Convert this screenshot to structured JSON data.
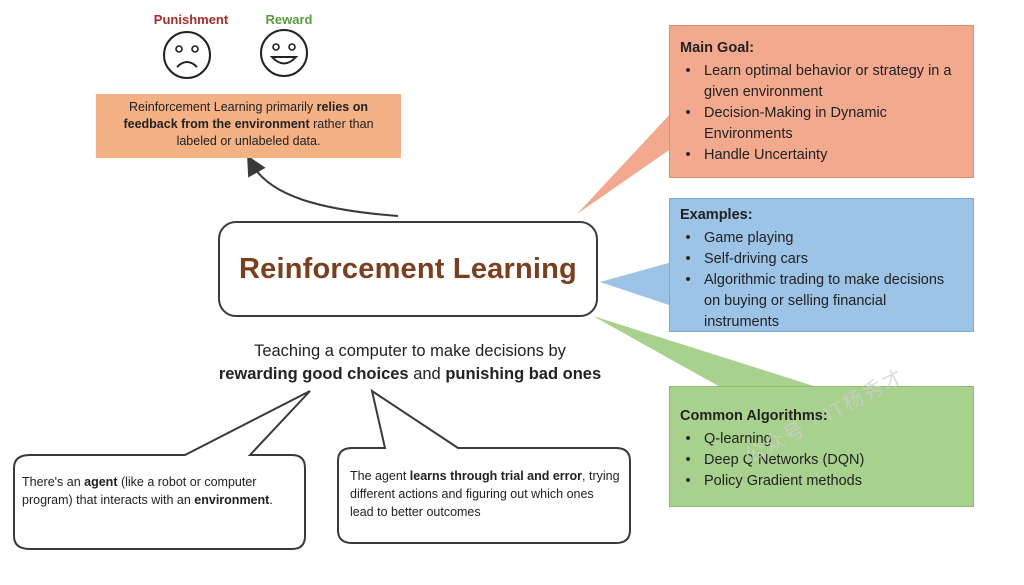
{
  "title": "Reinforcement Learning",
  "faces": {
    "punishment_label": "Punishment",
    "reward_label": "Reward",
    "punishment_color": "#b02a2a",
    "reward_color": "#5a9b3c"
  },
  "feedback": {
    "text_1": "Reinforcement Learning  primarily ",
    "bold_1": "relies on feedback from the environment",
    "text_2": " rather than labeled or unlabeled data."
  },
  "tagline": {
    "line_1": "Teaching a computer to make decisions by",
    "bold_1": "rewarding good choices",
    "text_and": " and ",
    "bold_2": "punishing bad ones"
  },
  "main_goal": {
    "heading": "Main Goal:",
    "items": [
      "Learn optimal behavior or strategy in a given environment",
      "Decision-Making in Dynamic Environments",
      "Handle Uncertainty"
    ]
  },
  "examples": {
    "heading": "Examples:",
    "items": [
      "Game playing",
      "Self-driving cars",
      "Algorithmic trading to make decisions on buying or selling financial instruments"
    ]
  },
  "algorithms": {
    "heading": "Common Algorithms:",
    "items": [
      "Q-learning",
      "Deep Q Networks (DQN)",
      "Policy Gradient methods"
    ]
  },
  "agent_note": {
    "text_1": "There's an ",
    "bold_1": "agent",
    "text_2": " (like a robot or computer program) that interacts with an ",
    "bold_2": "environment",
    "text_3": "."
  },
  "trial_note": {
    "text_1": "The agent ",
    "bold_1": "learns through trial and error",
    "text_2": ", trying different actions and figuring out which ones lead to better outcomes"
  },
  "watermark": "公众号 · IT杨秀才",
  "colors": {
    "title_brown": "#7b3f1d",
    "goal_fill": "#f2a98e",
    "examples_fill": "#9dc3e6",
    "algorithms_fill": "#a9d18e",
    "feedback_fill": "#f4b183"
  }
}
